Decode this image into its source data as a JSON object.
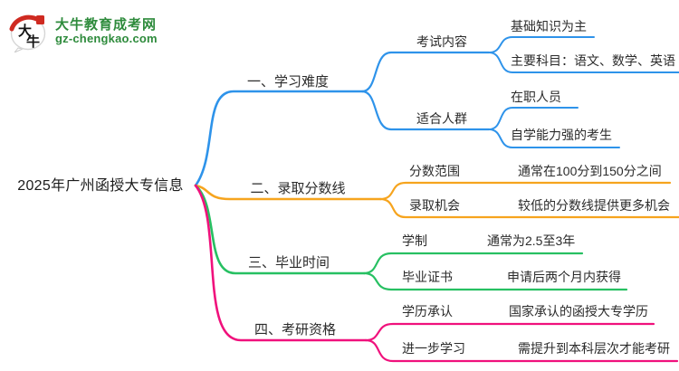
{
  "logo": {
    "icon_text": "大牛",
    "title": "大牛教育成考网",
    "subtitle": "gz-chengkao.com",
    "brand_green": "#2e8b3c",
    "seal_red": "#cf2a21"
  },
  "root": {
    "label": "2025年广州函授大专信息"
  },
  "branches": [
    {
      "label": "一、学习难度",
      "color": "#2e93ea",
      "children": [
        {
          "label": "考试内容",
          "children": [
            {
              "label": "基础知识为主"
            },
            {
              "label": "主要科目：语文、数学、英语"
            }
          ]
        },
        {
          "label": "适合人群",
          "children": [
            {
              "label": "在职人员"
            },
            {
              "label": "自学能力强的考生"
            }
          ]
        }
      ]
    },
    {
      "label": "二、录取分数线",
      "color": "#f6a41e",
      "children": [
        {
          "label": "分数范围",
          "value": "通常在100分到150分之间"
        },
        {
          "label": "录取机会",
          "value": "较低的分数线提供更多机会"
        }
      ]
    },
    {
      "label": "三、毕业时间",
      "color": "#27c062",
      "children": [
        {
          "label": "学制",
          "value": "通常为2.5至3年"
        },
        {
          "label": "毕业证书",
          "value": "申请后两个月内获得"
        }
      ]
    },
    {
      "label": "四、考研资格",
      "color": "#f0117c",
      "children": [
        {
          "label": "学历承认",
          "value": "国家承认的函授大专学历"
        },
        {
          "label": "进一步学习",
          "value": "需提升到本科层次才能考研"
        }
      ]
    }
  ]
}
